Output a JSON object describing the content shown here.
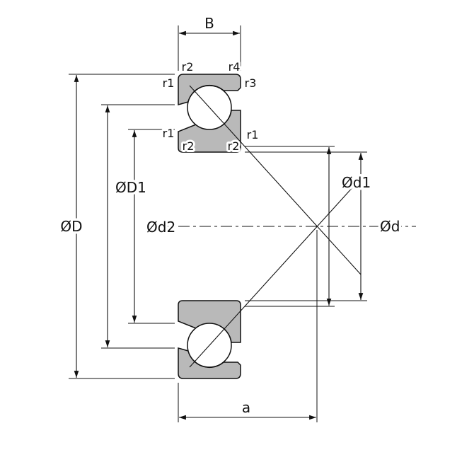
{
  "drawing": {
    "type": "angular-contact-bearing-cross-section",
    "labels": {
      "width": "B",
      "outer_dia": "ØD",
      "outer_dia1": "ØD1",
      "inner_dia2": "Ød2",
      "inner_dia1": "Ød1",
      "bore_dia": "Ød",
      "load_center": "a",
      "r1": "r1",
      "r2": "r2",
      "r3": "r3",
      "r4": "r4"
    },
    "colors": {
      "ring_fill": "#b9b9b9",
      "line": "#111111",
      "background": "#ffffff"
    }
  }
}
